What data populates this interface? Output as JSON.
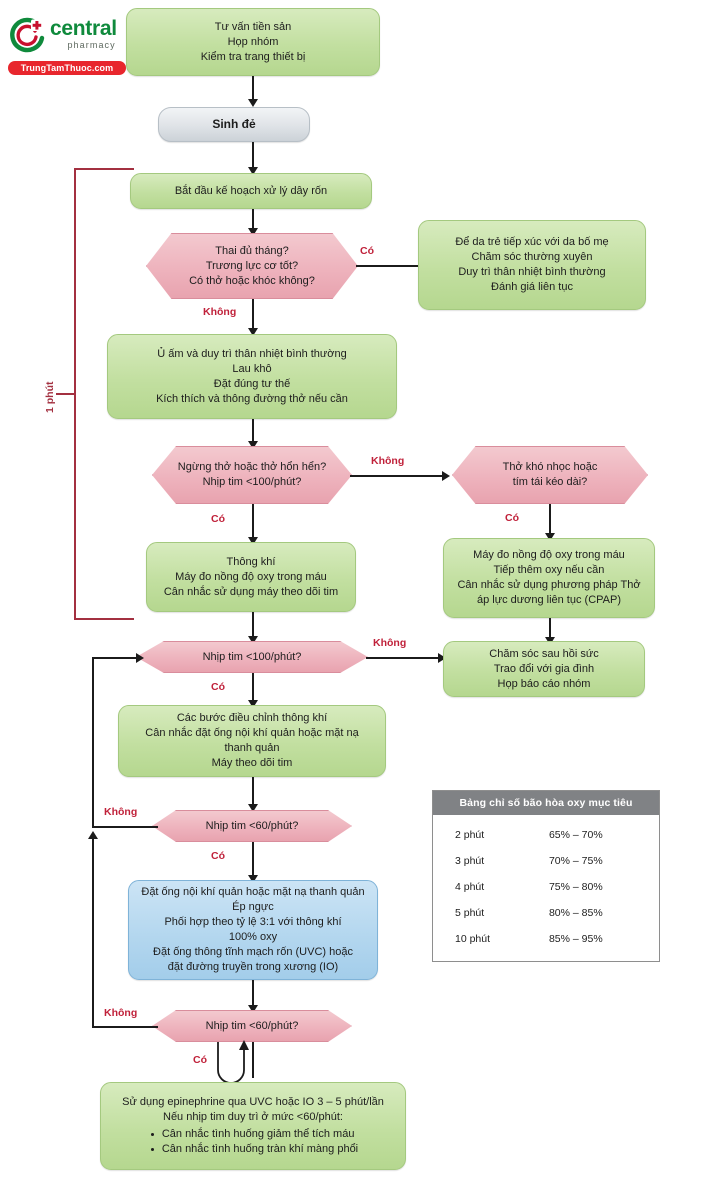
{
  "brand": {
    "name": "central",
    "sub": "pharmacy",
    "banner": "TrungTamThuoc.com",
    "logo_icon": "central-c-cross-logo",
    "green": "#0f8a3c",
    "red": "#e8262d"
  },
  "colors": {
    "process_green": "#c2dfa0",
    "process_blue": "#b4d7ef",
    "decision_pink": "#eeb3bd",
    "terminal_grey": "#dfe3e7",
    "label_red": "#c0213a",
    "bracket_red": "#a33040",
    "table_header_grey": "#808285"
  },
  "labels": {
    "yes": "Có",
    "no": "Không",
    "one_minute": "1 phút"
  },
  "nodes": {
    "antenatal": "Tư vấn tiền sản\nHọp nhóm\nKiểm tra trang thiết bị",
    "birth": "Sinh đẻ",
    "cord": "Bắt đầu kế hoạch xử lý dây rốn",
    "d_term": "Thai đủ tháng?\nTrương lực cơ tốt?\nCó thở hoặc khóc không?",
    "skin_to_skin": "Để da trẻ tiếp xúc với da bố mẹ\nChăm sóc thường xuyên\nDuy trì thân nhiệt bình thường\nĐánh giá liên tục",
    "warm": "Ủ ấm và duy trì thân nhiệt bình thường\nLau khô\nĐặt đúng tư thế\nKích thích và thông đường thở nếu cần",
    "d_apnea": "Ngừng thở hoặc thở hổn hển?\nNhịp tim <100/phút?",
    "d_labored": "Thở khó nhọc hoặc\ntím tái kéo dài?",
    "ppv": "Thông khí\nMáy đo nồng độ oxy trong máu\nCân nhắc sử dụng máy theo dõi tim",
    "cpap": "Máy đo nồng độ oxy trong máu\nTiếp thêm oxy nếu cần\nCân nhắc sử dụng phương pháp Thở\náp lực dương liên tục (CPAP)",
    "d_hr100": "Nhịp tim <100/phút?",
    "post_care": "Chăm sóc sau hồi sức\nTrao đổi với gia đình\nHọp báo cáo nhóm",
    "corrective": "Các bước điều chỉnh thông khí\nCân nhắc đặt ống nội khí quản hoặc mặt nạ\nthanh quản\nMáy theo dõi tim",
    "d_hr60_a": "Nhịp tim <60/phút?",
    "cpr": "Đặt ống nội khí quản hoặc mặt nạ thanh quản\nÉp ngực\nPhối hợp theo tỷ lệ 3:1 với thông khí\n100% oxy\nĐặt ống thông tĩnh mạch rốn (UVC) hoặc\nđặt đường truyền trong xương (IO)",
    "d_hr60_b": "Nhịp tim <60/phút?",
    "epi_line1": "Sử dụng epinephrine qua UVC hoặc IO 3 – 5 phút/lần",
    "epi_line2": "Nếu nhịp tim duy trì ở mức <60/phút:",
    "epi_bullets": [
      "Cân nhắc tình huống giảm thể tích máu",
      "Cân nhắc tình huống tràn khí màng phổi"
    ]
  },
  "sat_table": {
    "title": "Bảng chỉ số bão hòa oxy mục tiêu",
    "rows": [
      {
        "time": "2 phút",
        "range": "65% – 70%"
      },
      {
        "time": "3 phút",
        "range": "70% – 75%"
      },
      {
        "time": "4 phút",
        "range": "75% – 80%"
      },
      {
        "time": "5 phút",
        "range": "80% – 85%"
      },
      {
        "time": "10 phút",
        "range": "85% – 95%"
      }
    ]
  }
}
